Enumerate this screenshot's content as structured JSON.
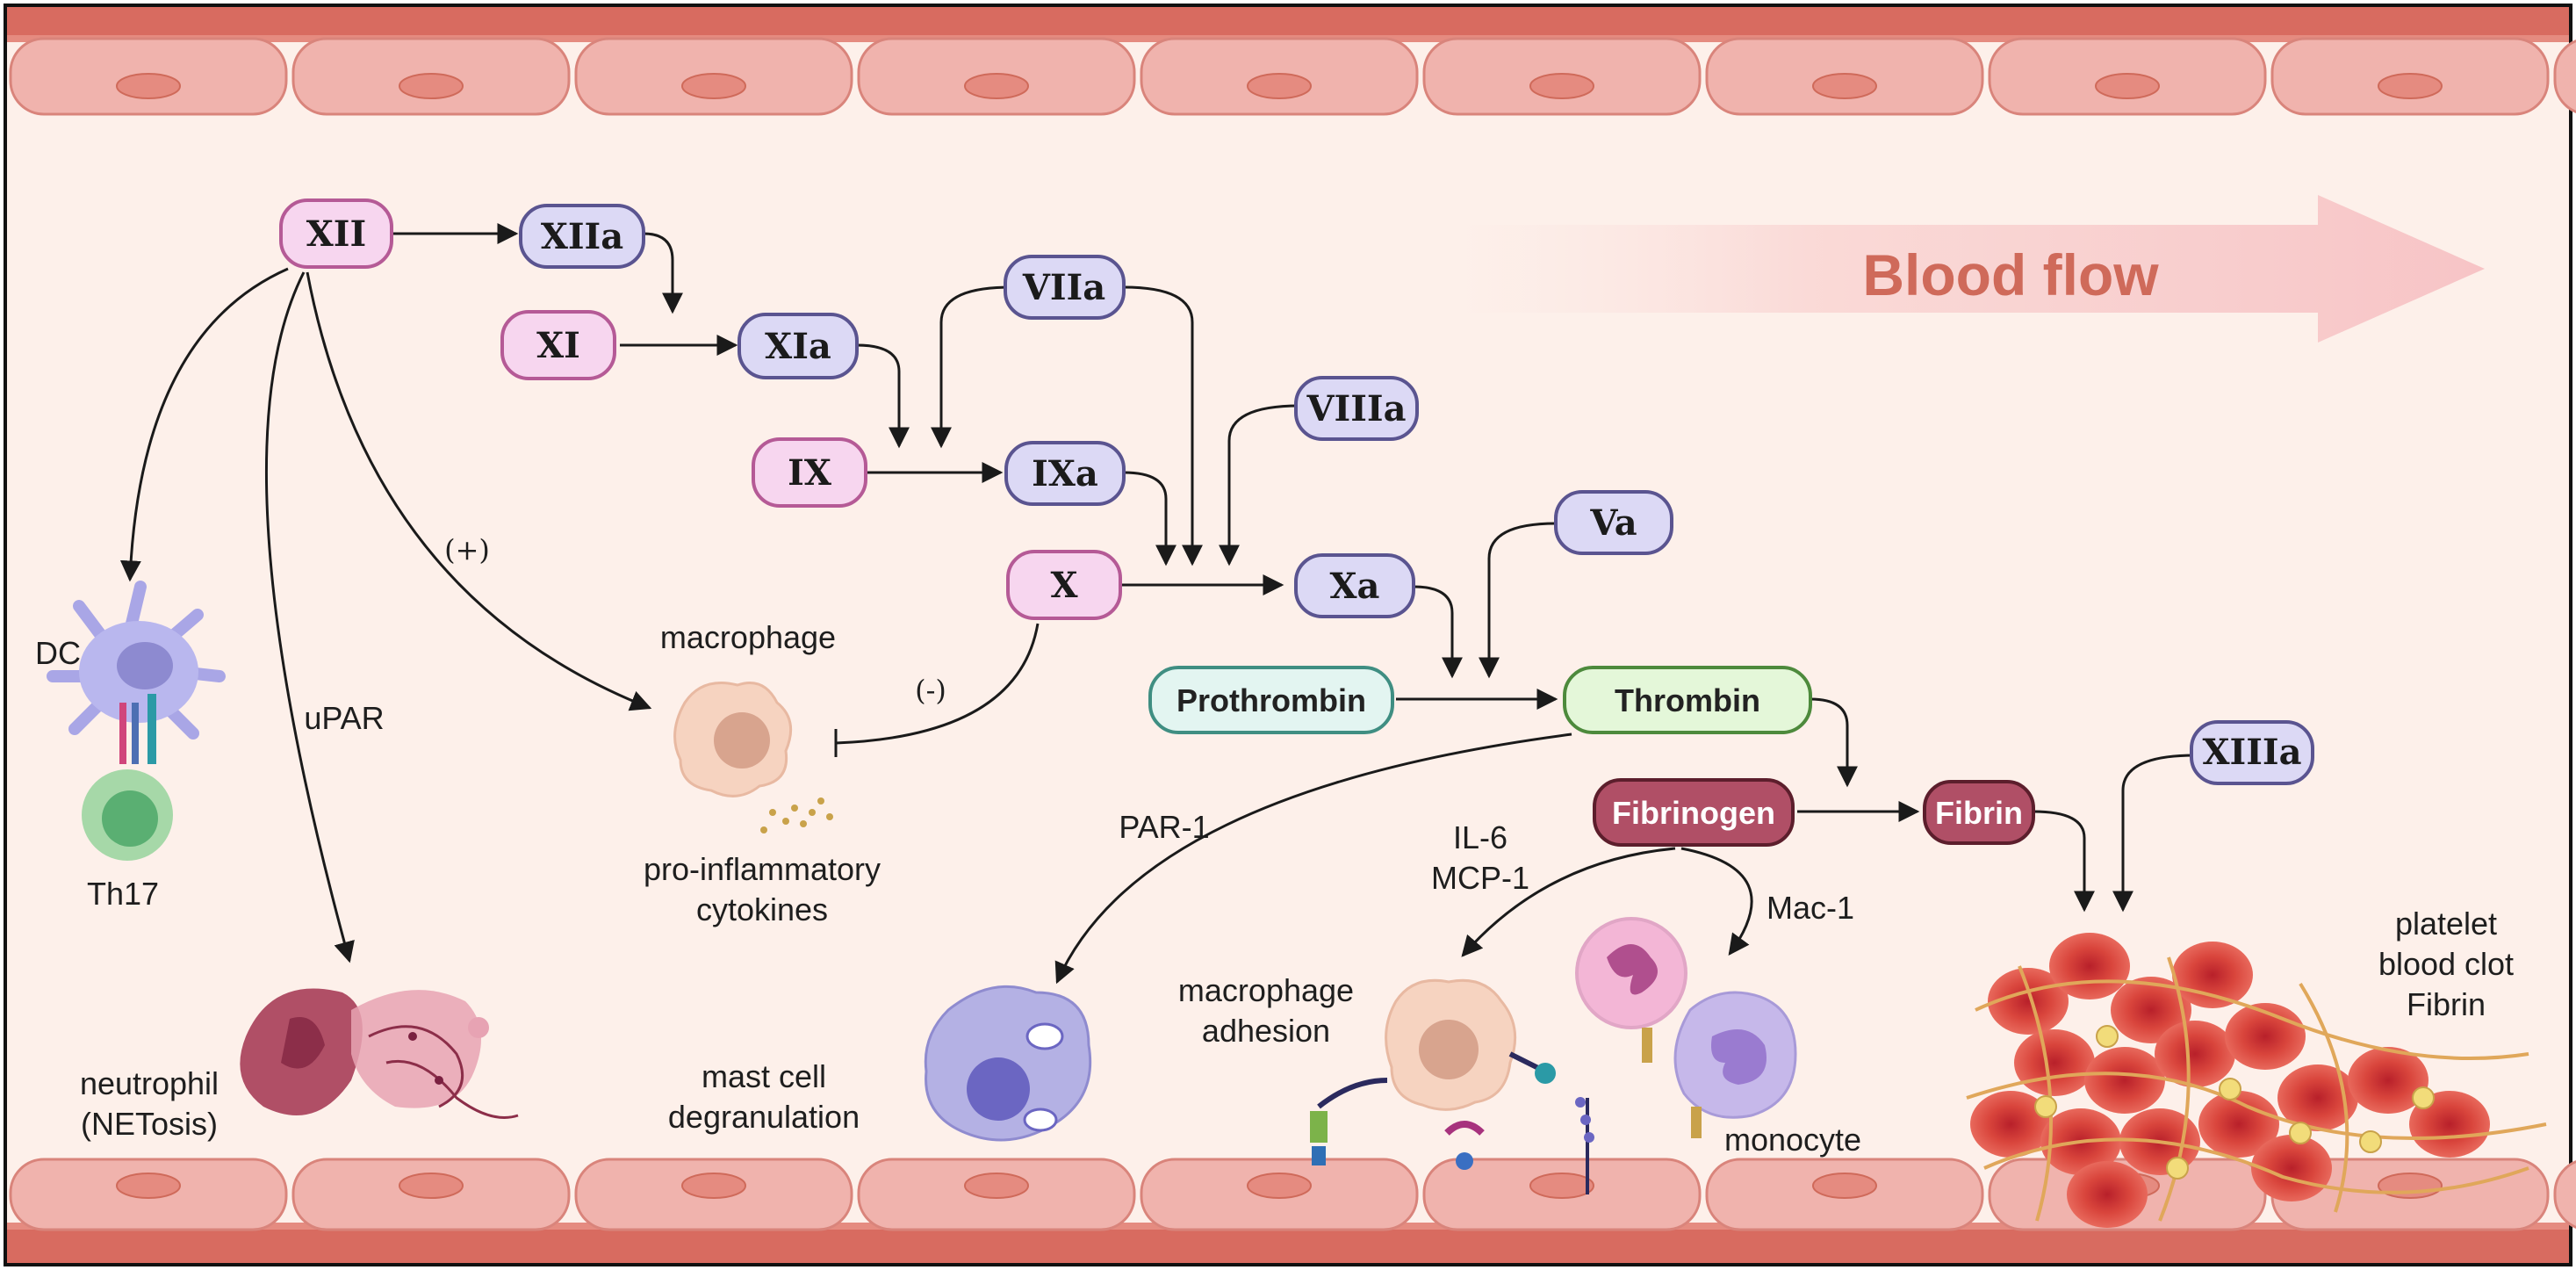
{
  "colors": {
    "vessel_wall": "#d86b60",
    "endothelium": "#f0b3ad",
    "plasma": "#fdf0ea",
    "zymogen_fill": "#f7d6ef",
    "zymogen_stroke": "#b55a96",
    "active_fill": "#dcd9f5",
    "active_stroke": "#5a5490",
    "prothrombin_fill": "#e3f5f1",
    "prothrombin_stroke": "#3f8e82",
    "thrombin_fill": "#e4f7d9",
    "thrombin_stroke": "#4d8a3c",
    "fibrin_fill": "#b04f66",
    "fibrin_stroke": "#5c1e2c",
    "flow_text": "#cf6a5a"
  },
  "factors": {
    "xii": "XII",
    "xiia": "XIIa",
    "xi": "XI",
    "xia": "XIa",
    "viia": "VIIa",
    "ix": "IX",
    "ixa": "IXa",
    "viiia": "VIIIa",
    "x": "X",
    "xa": "Xa",
    "va": "Va",
    "xiiia": "XIIIa",
    "prothrombin": "Prothrombin",
    "thrombin": "Thrombin",
    "fibrinogen": "Fibrinogen",
    "fibrin": "Fibrin"
  },
  "flow": {
    "label": "Blood flow"
  },
  "labels": {
    "plus": "(+)",
    "minus": "(-)",
    "dc": "DC",
    "th17": "Th17",
    "upar": "uPAR",
    "neutrophil": [
      "neutrophil",
      "(NETosis)"
    ],
    "macrophage": "macrophage",
    "cytokines": [
      "pro-inflammatory",
      "cytokines"
    ],
    "par1": "PAR-1",
    "il6": [
      "IL-6",
      "MCP-1"
    ],
    "mac1": "Mac-1",
    "mast": [
      "mast cell",
      "degranulation"
    ],
    "adhesion": [
      "macrophage",
      "adhesion"
    ],
    "monocyte": "monocyte",
    "clot": [
      "platelet",
      "blood clot",
      "Fibrin"
    ]
  },
  "icons": [
    "dendritic-cell-icon",
    "th17-cell-icon",
    "neutrophil-netosis-icon",
    "macrophage-icon",
    "cytokine-dots-icon",
    "mast-cell-icon",
    "adhesion-macrophage-icon",
    "neutrophil-cell-icon",
    "monocyte-icon",
    "blood-clot-icon",
    "receptor-icon"
  ]
}
